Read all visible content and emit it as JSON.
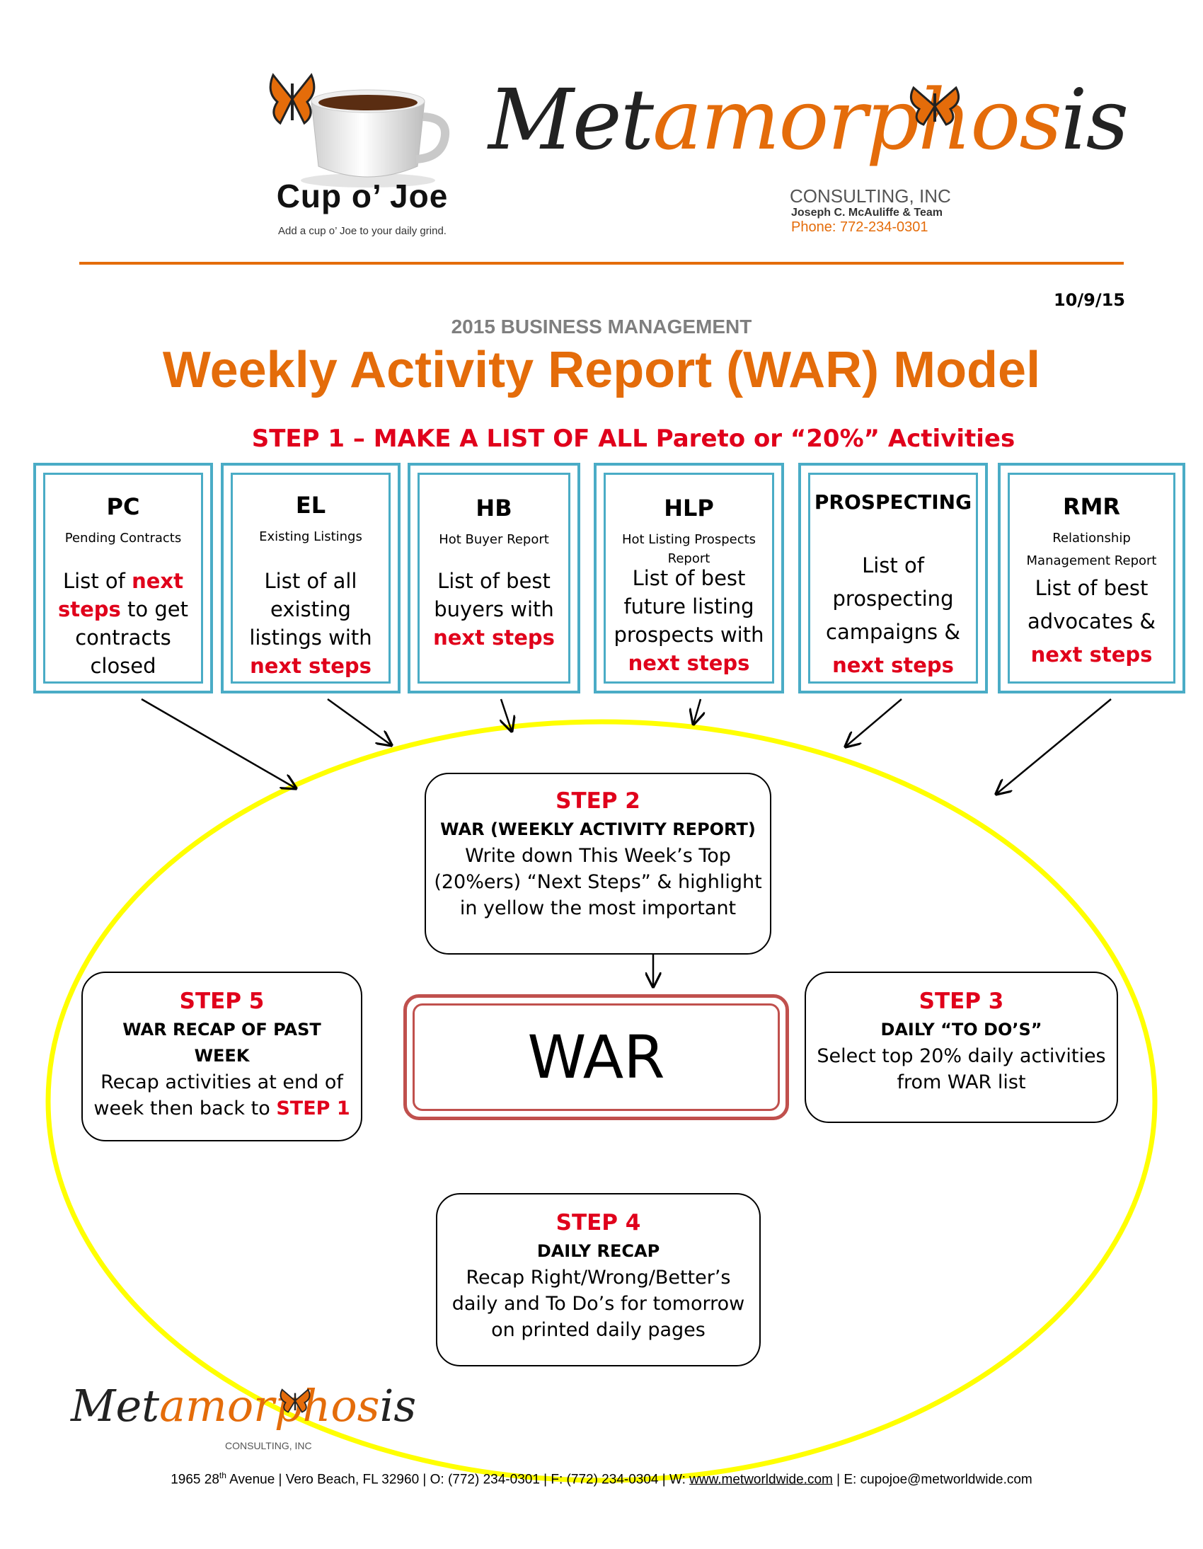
{
  "header": {
    "cup_logo_title": "Cup o’ Joe",
    "cup_logo_tagline": "Add a cup o’ Joe to your daily grind.",
    "company_script_dark": "Met",
    "company_script_orange": "amorphos",
    "company_script_end": "is",
    "company_line1": "CONSULTING, INC",
    "company_line2": "Joseph C. McAuliffe & Team",
    "company_phone": "Phone:  772-234-0301",
    "date": "10/9/15"
  },
  "title": {
    "subtitle": "2015 BUSINESS MANAGEMENT",
    "main": "Weekly Activity Report (WAR) Model",
    "step1": "STEP 1 – MAKE A LIST OF ALL Pareto or “20%” Activities"
  },
  "categories": [
    {
      "abbr": "PC",
      "name_line1": "Pending Contracts",
      "name_line2": "",
      "desc": [
        {
          "t": "List of ",
          "red": false
        },
        {
          "t": "next",
          "red": true
        },
        {
          "br": true
        },
        {
          "t": "steps",
          "red": true
        },
        {
          "t": " to get",
          "red": false
        },
        {
          "br": true
        },
        {
          "t": "contracts",
          "red": false
        },
        {
          "br": true
        },
        {
          "t": "closed",
          "red": false
        }
      ]
    },
    {
      "abbr": "EL",
      "name_line1": "Existing Listings",
      "name_line2": "",
      "desc": [
        {
          "t": "List of all",
          "red": false
        },
        {
          "br": true
        },
        {
          "t": "existing",
          "red": false
        },
        {
          "br": true
        },
        {
          "t": "listings with",
          "red": false
        },
        {
          "br": true
        },
        {
          "t": "next steps",
          "red": true
        }
      ]
    },
    {
      "abbr": "HB",
      "name_line1": "Hot Buyer Report",
      "name_line2": "",
      "desc": [
        {
          "t": "List of best",
          "red": false
        },
        {
          "br": true
        },
        {
          "t": "buyers with",
          "red": false
        },
        {
          "br": true
        },
        {
          "t": "next steps",
          "red": true
        }
      ]
    },
    {
      "abbr": "HLP",
      "name_line1": "Hot Listing Prospects",
      "name_line2": "Report",
      "desc": [
        {
          "t": "List of best",
          "red": false
        },
        {
          "br": true
        },
        {
          "t": "future listing",
          "red": false
        },
        {
          "br": true
        },
        {
          "t": "prospects with",
          "red": false
        },
        {
          "br": true
        },
        {
          "t": "next steps",
          "red": true
        }
      ]
    },
    {
      "abbr": "PROSPECTING",
      "name_line1": "",
      "name_line2": "",
      "desc": [
        {
          "t": "List of",
          "red": false
        },
        {
          "br": true
        },
        {
          "t": "prospecting",
          "red": false
        },
        {
          "br": true
        },
        {
          "t": "campaigns &",
          "red": false
        },
        {
          "br": true
        },
        {
          "t": "next steps",
          "red": true
        }
      ]
    },
    {
      "abbr": "RMR",
      "name_line1": "Relationship",
      "name_line2": "Management Report",
      "desc": [
        {
          "t": "List of best",
          "red": false
        },
        {
          "br": true
        },
        {
          "t": "advocates &",
          "red": false
        },
        {
          "br": true
        },
        {
          "t": "next steps",
          "red": true
        }
      ]
    }
  ],
  "steps": {
    "step2": {
      "label": "STEP 2",
      "head": "WAR (WEEKLY ACTIVITY REPORT)",
      "lines": [
        "Write down This Week’s Top",
        "(20%ers) “Next Steps” & highlight",
        "in yellow the most important"
      ]
    },
    "center": {
      "label": "WAR"
    },
    "step3": {
      "label": "STEP 3",
      "head": "DAILY “TO DO’S”",
      "lines": [
        "Select top 20% daily activities",
        "from WAR list"
      ]
    },
    "step4": {
      "label": "STEP 4",
      "head": "DAILY RECAP",
      "lines": [
        "Recap Right/Wrong/Better’s",
        "daily and To Do’s for tomorrow",
        "on printed daily pages"
      ]
    },
    "step5": {
      "label": "STEP 5",
      "head_line1": "WAR RECAP OF PAST",
      "head_line2": "WEEK",
      "line1": "Recap activities at end of",
      "line2_prefix": "week then back to ",
      "line2_red": "STEP 1"
    }
  },
  "footer": {
    "script_dark": "Met",
    "script_orange": "amorphos",
    "script_end": "is",
    "consulting": "CONSULTING, INC",
    "addr_part1": "1965 28",
    "addr_sup": "th",
    "addr_part2": " Avenue | Vero Beach,  FL 32960 | O: (772) 234-0301 | F: (772) 234-0304 | W: ",
    "website": "www.metworldwide.com",
    "addr_part3": " | E: cupojoe@metworldwide.com"
  },
  "colors": {
    "accent_orange": "#e46c0a",
    "step_red": "#e0001b",
    "box_blue": "#4aacc6",
    "war_red": "#c0504d",
    "ellipse_yellow": "#ffff00"
  },
  "icons": [
    "butterfly-icon",
    "coffee-cup-icon"
  ]
}
